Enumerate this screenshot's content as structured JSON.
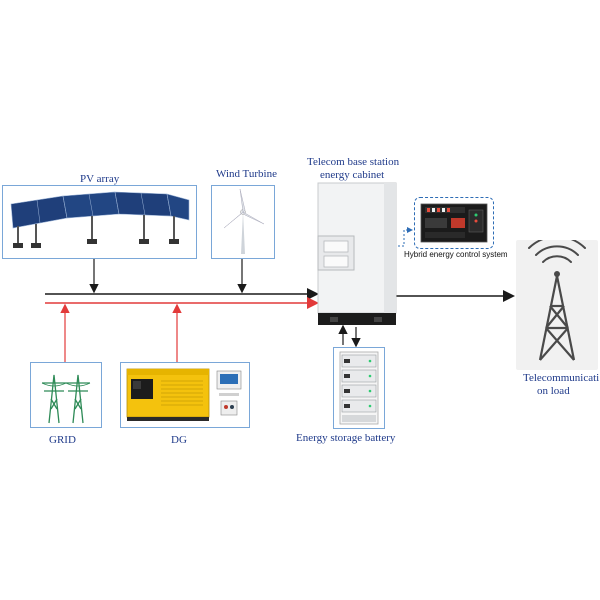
{
  "labels": {
    "pv_array": "PV array",
    "wind_turbine": "Wind Turbine",
    "cabinet_line1": "Telecom base station",
    "cabinet_line2": "energy cabinet",
    "control_system": "Hybrid energy control system",
    "grid": "GRID",
    "dg": "DG",
    "battery": "Energy storage battery",
    "load_line1": "Telecommunicati",
    "load_line2": "on load"
  },
  "icons": {
    "pv": "solar-panel-carport-icon",
    "wind": "wind-turbine-icon",
    "cabinet": "energy-cabinet-icon",
    "controller": "control-unit-icon",
    "grid": "transmission-tower-icon",
    "dg": "diesel-generator-icon",
    "battery": "battery-rack-icon",
    "load": "telecom-tower-icon"
  },
  "colors": {
    "dc_bus": "#1a1a1a",
    "ac_bus": "#e23a3a",
    "label": "#1f3a8a",
    "frame": "#7aa7d8",
    "dashed": "#2d6cb5"
  }
}
